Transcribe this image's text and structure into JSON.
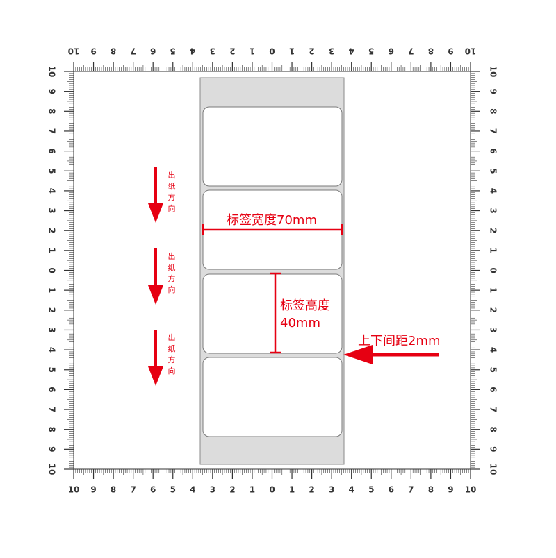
{
  "ruler": {
    "tick_labels": [
      "10",
      "9",
      "8",
      "7",
      "6",
      "5",
      "4",
      "3",
      "2",
      "1",
      "0",
      "1",
      "2",
      "3",
      "4",
      "5",
      "6",
      "7",
      "8",
      "9",
      "10"
    ]
  },
  "labels": {
    "paper_direction": "出纸方向",
    "paper_direction_chars": [
      "出",
      "纸",
      "方",
      "向"
    ],
    "width_label": "标签宽度70mm",
    "height_label_line1": "标签高度",
    "height_label_line2": "40mm",
    "gap_label": "上下间距2mm"
  },
  "colors": {
    "accent": "#e60012",
    "ruler": "#333333",
    "liner": "#dcdcdc",
    "label_face": "#ffffff"
  },
  "icons": {
    "direction": "arrow-down-icon",
    "gap_pointer": "arrow-left-icon"
  }
}
